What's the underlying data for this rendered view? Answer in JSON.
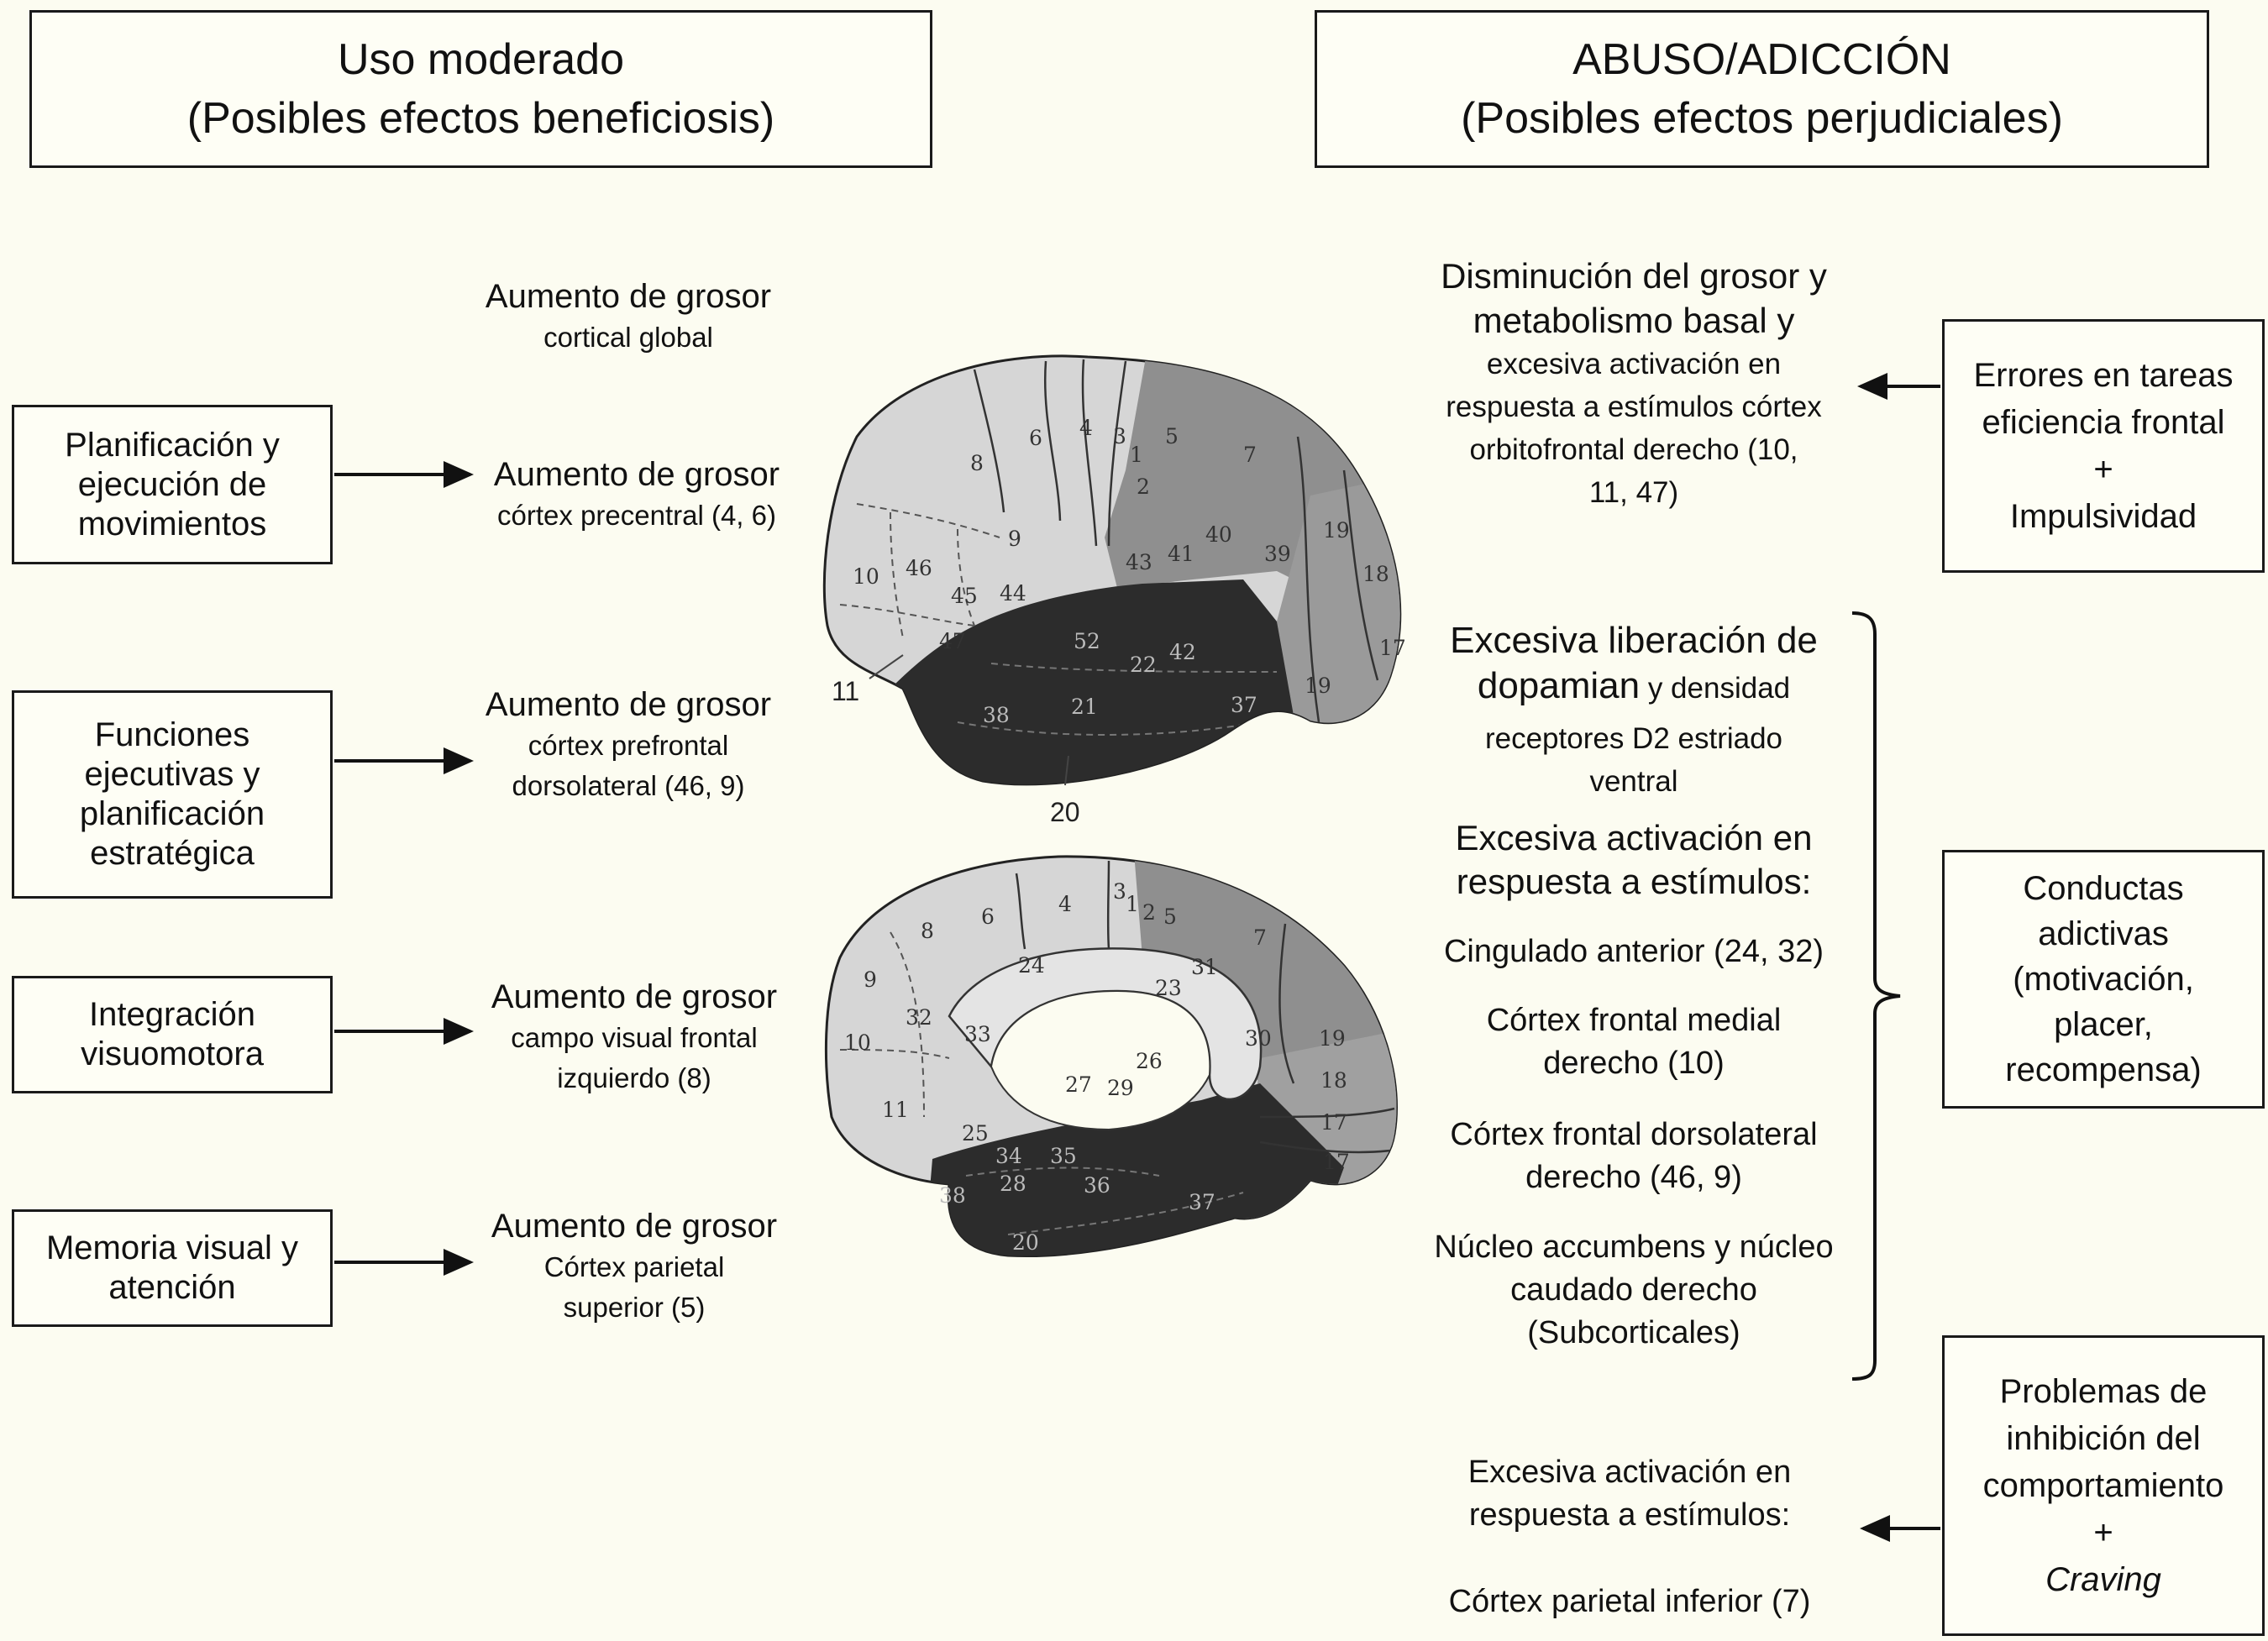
{
  "header_left": {
    "line1": "Uso moderado",
    "line2": "(Posibles efectos beneficiosis)"
  },
  "header_right": {
    "line1": "ABUSO/ADICCIÓN",
    "line2": "(Posibles efectos perjudiciales)"
  },
  "left_boxes": [
    {
      "lines": [
        "Planificación y",
        "ejecución de",
        "movimientos"
      ]
    },
    {
      "lines": [
        "Funciones",
        "ejecutivas y",
        "planificación",
        "estratégica"
      ]
    },
    {
      "lines": [
        "Integración",
        "visuomotora"
      ]
    },
    {
      "lines": [
        "Memoria visual y",
        "atención"
      ]
    }
  ],
  "left_effects": [
    {
      "title": "Aumento de grosor",
      "detail": [
        "cortical global"
      ]
    },
    {
      "title": "Aumento de grosor",
      "detail": [
        "córtex precentral (4, 6)"
      ]
    },
    {
      "title": "Aumento de grosor",
      "detail": [
        "córtex prefrontal",
        "dorsolateral (46, 9)"
      ]
    },
    {
      "title": "Aumento de grosor",
      "detail": [
        "campo visual frontal",
        "izquierdo (8)"
      ]
    },
    {
      "title": "Aumento de grosor",
      "detail": [
        "Córtex parietal",
        "superior (5)"
      ]
    }
  ],
  "right_effects": {
    "decrease": {
      "title": [
        "Disminución del grosor y",
        "metabolismo basal y"
      ],
      "detail": [
        "excesiva activación en",
        "respuesta a estímulos córtex",
        "orbitofrontal derecho (10,",
        "11, 47)"
      ]
    },
    "dopamine": {
      "title1": "Excesiva liberación de",
      "title2": "dopamian",
      "detail_inline": " y densidad",
      "detail": [
        "receptores D2 estriado",
        "ventral"
      ]
    },
    "activation": {
      "title": [
        "Excesiva activación en",
        "respuesta a estímulos:"
      ]
    },
    "regions": [
      [
        "Cingulado anterior (24, 32)"
      ],
      [
        "Córtex frontal medial",
        "derecho (10)"
      ],
      [
        "Córtex frontal dorsolateral",
        "derecho (46, 9)"
      ],
      [
        "Núcleo accumbens y núcleo",
        "caudado derecho",
        "(Subcorticales)"
      ]
    ],
    "parietal": {
      "title": [
        "Excesiva activación en",
        "respuesta a estímulos:"
      ],
      "region": "Córtex parietal inferior (7)"
    }
  },
  "right_boxes": {
    "errors": {
      "lines": [
        "Errores en tareas",
        "eficiencia frontal",
        "+",
        "Impulsividad"
      ]
    },
    "addictive": {
      "lines": [
        "Conductas",
        "adictivas",
        "(motivación,",
        "placer,",
        "recompensa)"
      ]
    },
    "inhibition": {
      "lines": [
        "Problemas de",
        "inhibición del",
        "comportamiento",
        "+"
      ],
      "italic": "Craving"
    }
  },
  "brain_lateral_labels": {
    "areas": [
      "6",
      "4",
      "3",
      "1",
      "2",
      "5",
      "7",
      "8",
      "9",
      "10",
      "46",
      "45",
      "44",
      "43",
      "41",
      "40",
      "39",
      "19",
      "18",
      "17",
      "47",
      "52",
      "22",
      "42",
      "21",
      "37",
      "38"
    ],
    "outside": [
      "11",
      "20"
    ]
  },
  "brain_medial_labels": {
    "areas": [
      "4",
      "3",
      "1",
      "2",
      "5",
      "6",
      "7",
      "8",
      "24",
      "31",
      "23",
      "9",
      "32",
      "33",
      "30",
      "19",
      "10",
      "26",
      "27",
      "29",
      "18",
      "17",
      "11",
      "25",
      "34",
      "35",
      "36",
      "28",
      "37",
      "38",
      "20"
    ]
  },
  "colors": {
    "background": "#fcfcf1",
    "frontal": "#d6d6d6",
    "parietal": "#8f8f8f",
    "temporal": "#2c2c2c",
    "occipital": "#999999"
  }
}
